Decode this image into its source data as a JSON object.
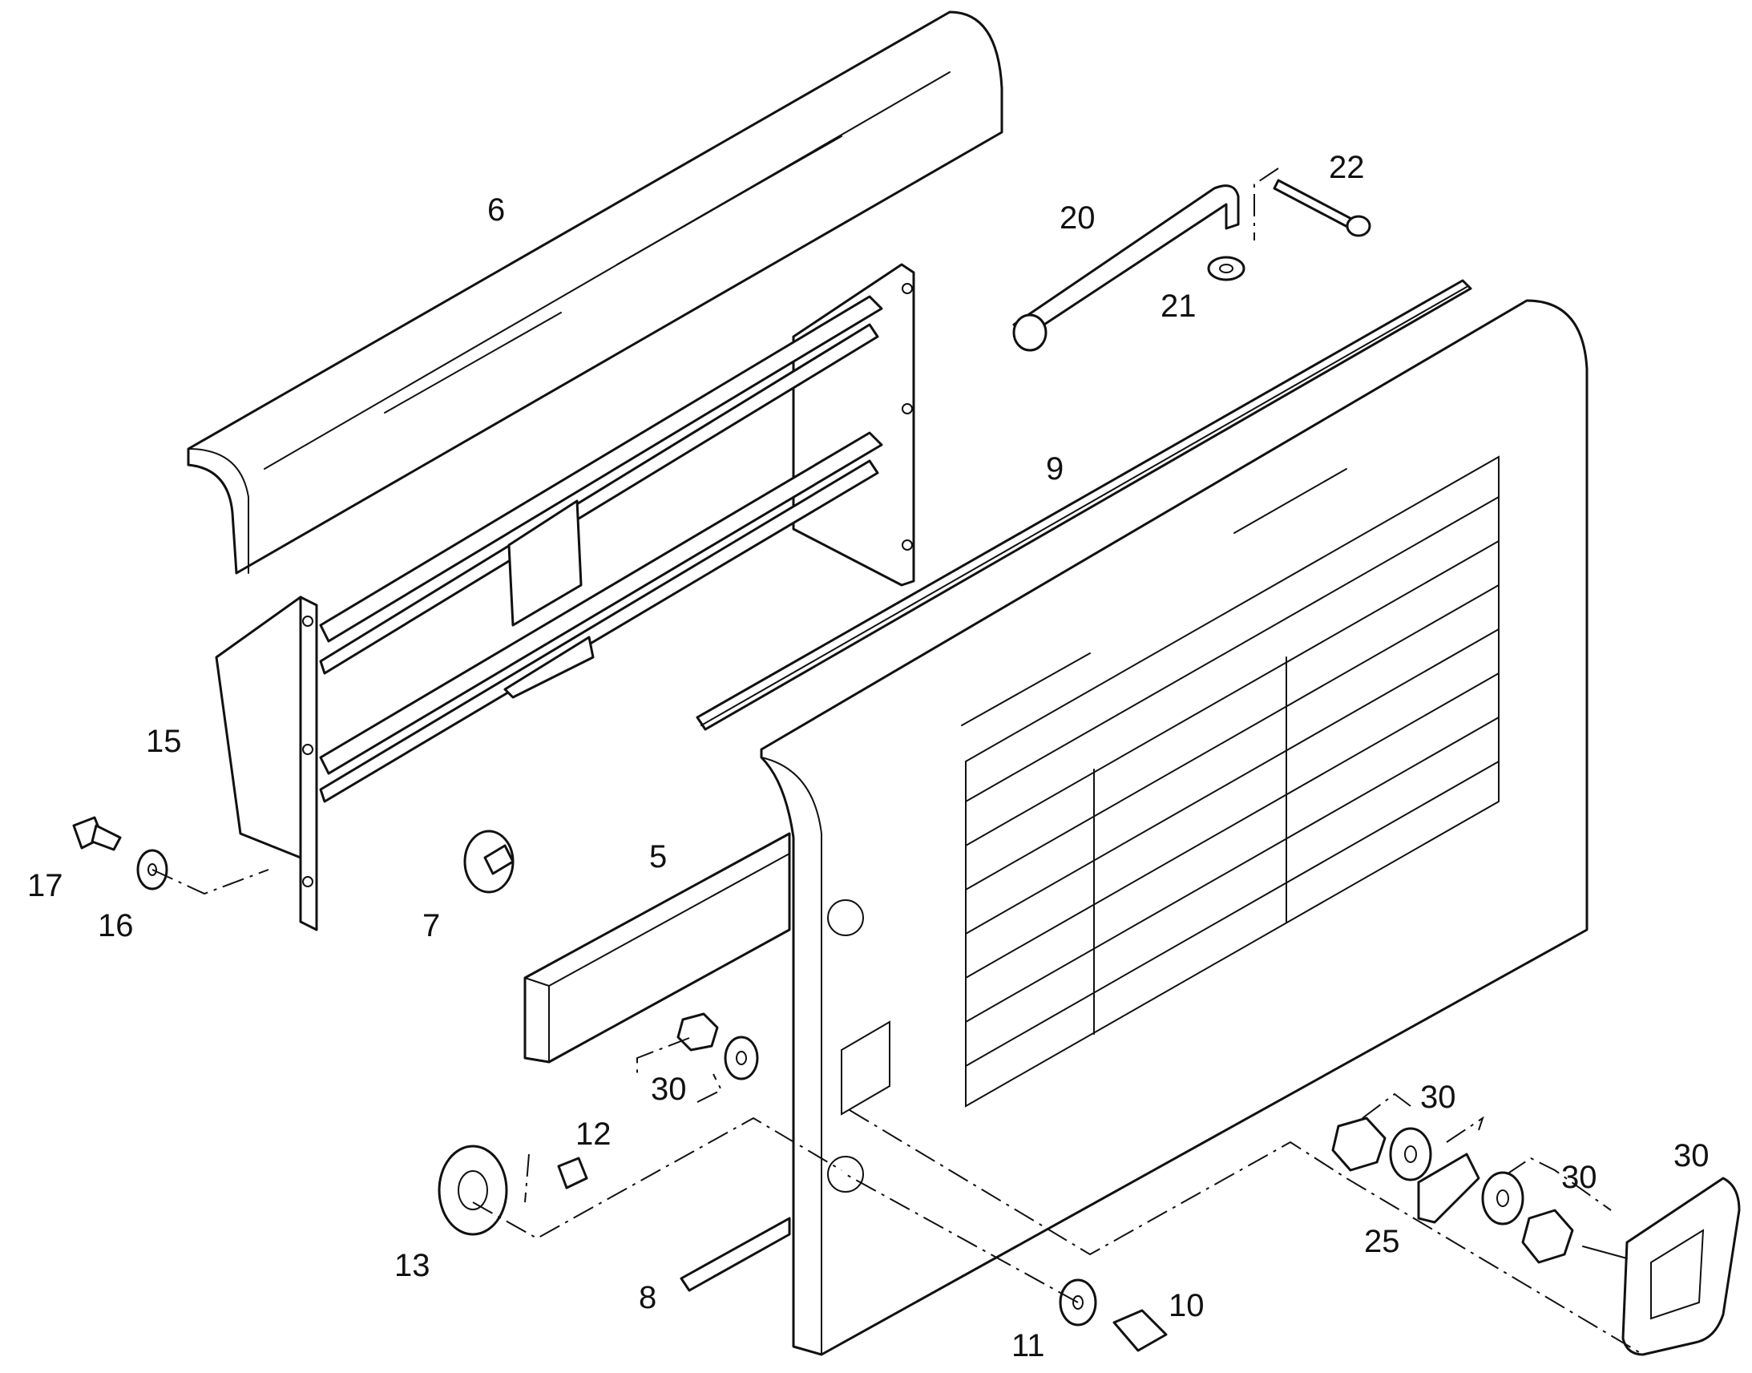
{
  "diagram": {
    "type": "exploded-parts-view",
    "callouts": {
      "p5": "5",
      "p6": "6",
      "p7": "7",
      "p8": "8",
      "p9": "9",
      "p10": "10",
      "p11": "11",
      "p12": "12",
      "p13": "13",
      "p15": "15",
      "p16": "16",
      "p17": "17",
      "p20": "20",
      "p21": "21",
      "p22": "22",
      "p25": "25",
      "p30": "30"
    }
  },
  "colors": {
    "line": "#111111",
    "background": "#ffffff"
  }
}
